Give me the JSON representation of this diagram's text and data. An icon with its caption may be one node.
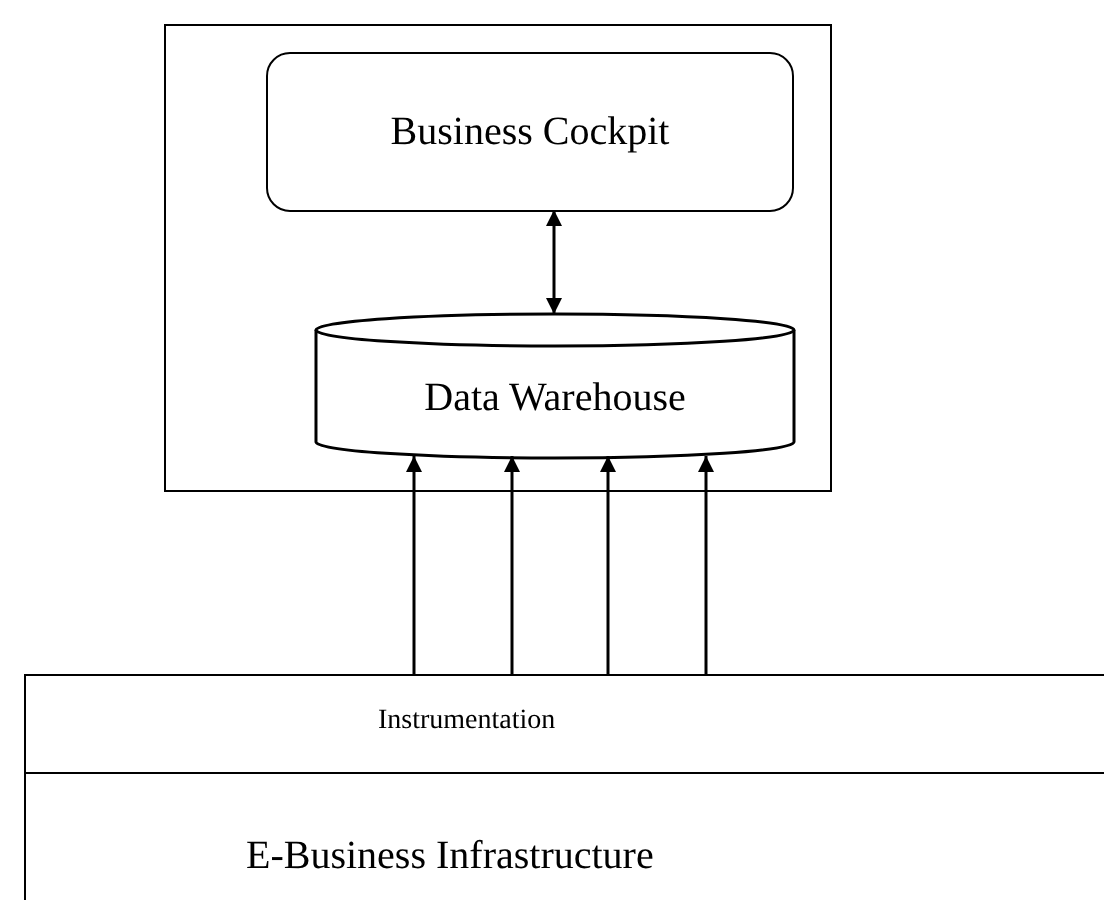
{
  "diagram": {
    "nodes": [
      {
        "text": [],
        "shape": "box"
      },
      {
        "text": [
          "Business Cockpit"
        ],
        "in": 0
      },
      {
        "text": [
          "Data Warehouse"
        ],
        "in": 0
      },
      {
        "text": [
          "E-Business Infrastructure"
        ]
      },
      {
        "text": [
          "Instrumentation"
        ],
        "in": 3
      }
    ],
    "edges": [
      {
        "from": 1,
        "to": 2,
        "arrow": "both"
      },
      {
        "from": 4,
        "to": 2,
        "arrow": "to"
      },
      {
        "from": 4,
        "to": 2,
        "arrow": "to"
      },
      {
        "from": 4,
        "to": 2,
        "arrow": "to"
      },
      {
        "from": 4,
        "to": 2,
        "arrow": "to"
      }
    ]
  }
}
